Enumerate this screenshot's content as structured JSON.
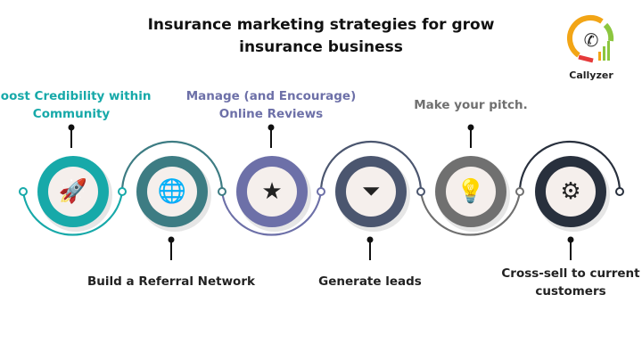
{
  "title": "Insurance marketing strategies for grow insurance business",
  "logo": {
    "name": "Callyzer"
  },
  "steps": [
    {
      "label": "Boost Credibility within Community",
      "color": "#17a9a9",
      "text_color": "#17a9a9",
      "icon": "rocket-icon",
      "glyph": "🚀"
    },
    {
      "label": "Build a Referral Network",
      "color": "#3d7c83",
      "text_color": "#222222",
      "icon": "network-globe-icon",
      "glyph": "🌐"
    },
    {
      "label": "Manage (and Encourage) Online Reviews",
      "color": "#6d70a8",
      "text_color": "#6d70a8",
      "icon": "reviews-icon",
      "glyph": "★"
    },
    {
      "label": "Generate leads",
      "color": "#4b566f",
      "text_color": "#222222",
      "icon": "funnel-icon",
      "glyph": "⏷"
    },
    {
      "label": "Make your pitch.",
      "color": "#707070",
      "text_color": "#707070",
      "icon": "presentation-icon",
      "glyph": "💡"
    },
    {
      "label": "Cross-sell to current customers",
      "color": "#28303d",
      "text_color": "#222222",
      "icon": "cross-sell-icon",
      "glyph": "⚙"
    }
  ]
}
